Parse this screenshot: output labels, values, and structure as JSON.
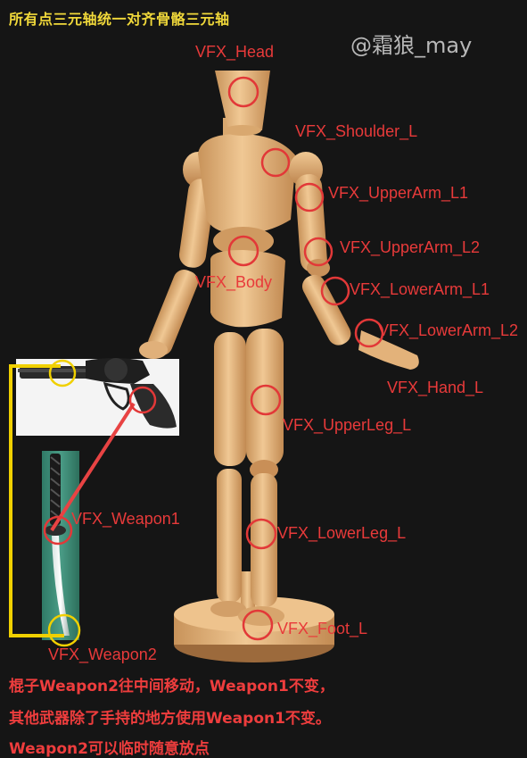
{
  "header": {
    "title": "所有点三元轴统一对齐骨骼三元轴",
    "watermark": "@霜狼_may"
  },
  "bones": {
    "head": "VFX_Head",
    "shoulder_l": "VFX_Shoulder_L",
    "upper_arm_l1": "VFX_UpperArm_L1",
    "upper_arm_l2": "VFX_UpperArm_L2",
    "body": "VFX_Body",
    "lower_arm_l1": "VFX_LowerArm_L1",
    "lower_arm_l2": "VFX_LowerArm_L2",
    "hand_l": "VFX_Hand_L",
    "upper_leg_l": "VFX_UpperLeg_L",
    "weapon1": "VFX_Weapon1",
    "lower_leg_l": "VFX_LowerLeg_L",
    "foot_l": "VFX_Foot_L",
    "weapon2": "VFX_Weapon2"
  },
  "notes": [
    "棍子Weapon2往中间移动，Weapon1不变，",
    "其他武器除了手持的地方使用Weapon1不变。",
    "Weapon2可以临时随意放点"
  ],
  "colors": {
    "background": "#151515",
    "wood": "#e2b57e",
    "marker_red": "#e23838",
    "marker_yellow": "#f0d000",
    "title": "#f0d83a"
  }
}
